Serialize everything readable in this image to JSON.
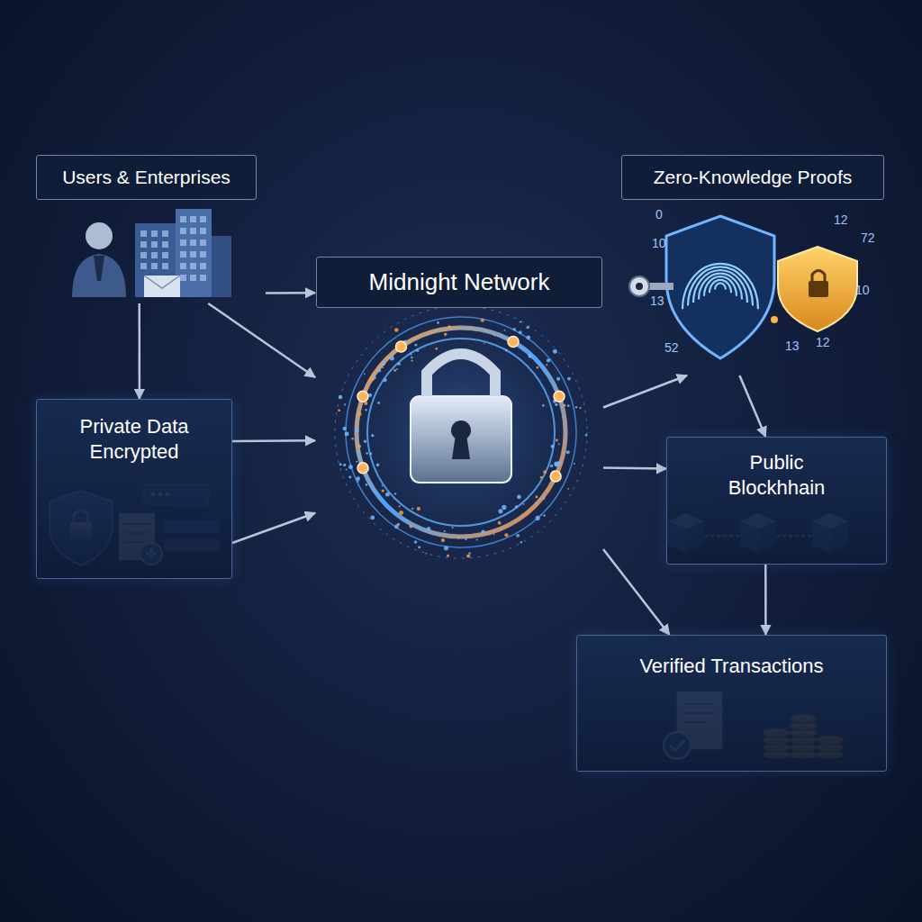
{
  "diagram": {
    "nodes": [
      {
        "text": [
          "Users & Enterprises"
        ]
      },
      {
        "text": [
          "Private Data Encrypted"
        ]
      },
      {
        "text": [
          "Midnight Network"
        ]
      },
      {
        "text": [
          "Zero-Knowledge Proofs"
        ]
      },
      {
        "text": [
          "Public Blockhhain"
        ]
      },
      {
        "text": [
          "Verified Transactions"
        ]
      }
    ],
    "edges": [
      {
        "from": 0,
        "to": 2,
        "arrow": "to"
      },
      {
        "from": 0,
        "to": 1,
        "arrow": "to"
      },
      {
        "from": 0,
        "to": 2,
        "arrow": "to"
      },
      {
        "from": 1,
        "to": 2,
        "arrow": "to"
      },
      {
        "from": 1,
        "to": 2,
        "arrow": "to"
      },
      {
        "from": 2,
        "to": 3,
        "arrow": "to"
      },
      {
        "from": 3,
        "to": 4,
        "arrow": "to"
      },
      {
        "from": 2,
        "to": 4,
        "arrow": "to"
      },
      {
        "from": 2,
        "to": 5,
        "arrow": "to"
      },
      {
        "from": 4,
        "to": 5,
        "arrow": "to"
      }
    ],
    "labels": [
      "0",
      "10",
      "13",
      "52",
      "12",
      "72",
      "10",
      "13",
      "12"
    ]
  }
}
